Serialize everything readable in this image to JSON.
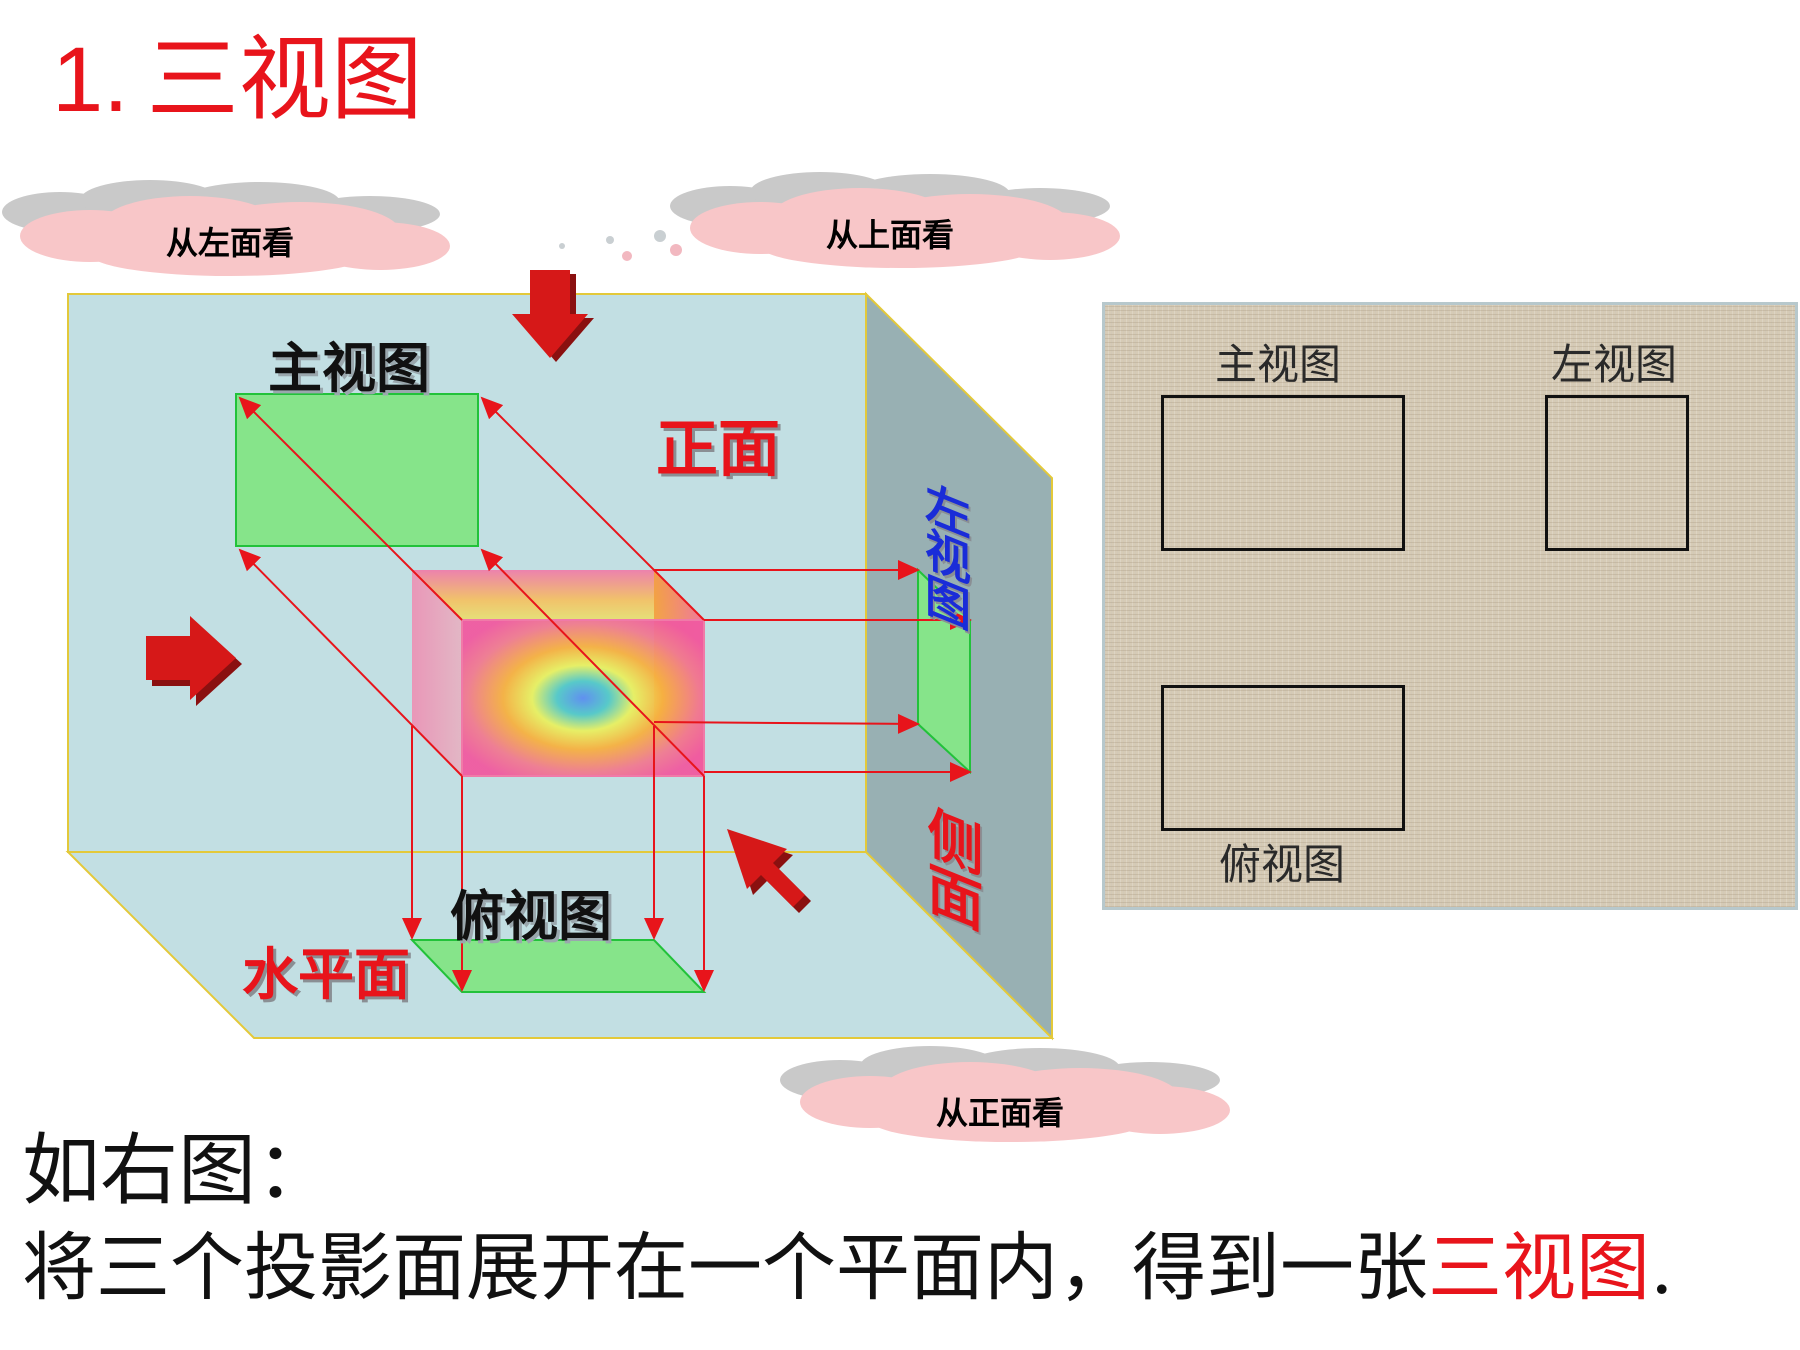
{
  "title": {
    "number": "1.",
    "text": "三视图"
  },
  "clouds": {
    "left": "从左面看",
    "top": "从上面看",
    "front": "从正面看"
  },
  "diagram_labels": {
    "main_view": "主视图",
    "front_face": "正面",
    "left_view": "左视图",
    "side_face": "侧面",
    "top_view": "俯视图",
    "horizontal_face": "水平面"
  },
  "panel": {
    "main_view": "主视图",
    "left_view": "左视图",
    "top_view": "俯视图"
  },
  "caption": {
    "line1": "如右图：",
    "line2_before": "将三个投影面展开在一个平面内，得到一张",
    "line2_highlight": "三视图",
    "line2_after": "."
  },
  "colors": {
    "accent_red": "#e8141b",
    "box_face": "#c2dfe3",
    "side_wall": "#98b0b3",
    "projection_green": "#86e48a",
    "label_blue": "#1a2cd8"
  }
}
